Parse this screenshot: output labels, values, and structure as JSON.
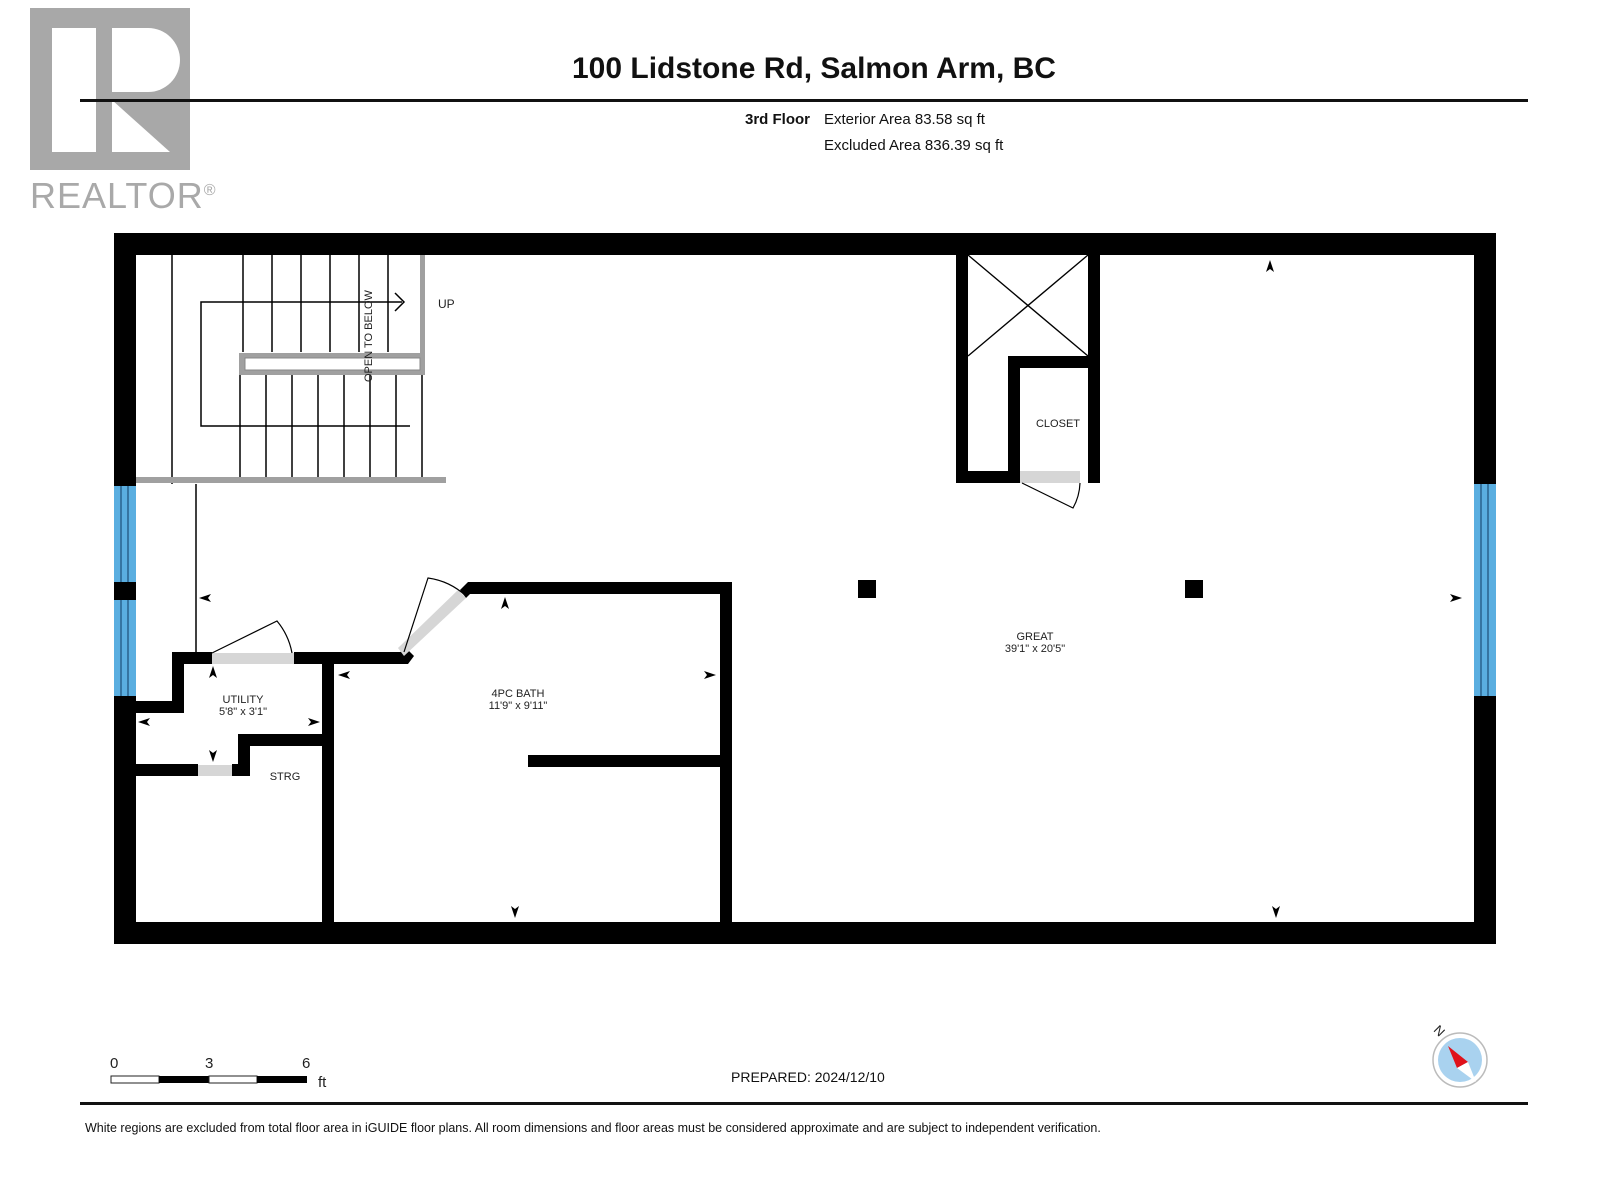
{
  "header": {
    "logo": {
      "icon": "realtor-r-logo-icon",
      "label": "REALTOR",
      "mark": "®",
      "color": "#a8a8a8"
    },
    "title": "100 Lidstone Rd, Salmon Arm, BC",
    "floor": "3rd Floor",
    "exterior_area": "Exterior Area 83.58 sq ft",
    "excluded_area": "Excluded Area 836.39 sq ft"
  },
  "plan": {
    "colors": {
      "wall": "#000000",
      "window": "#5aaee0",
      "door_sill": "#d6d6d6",
      "stair_rail": "#a0a0a0"
    },
    "stairs": {
      "direction_label": "UP",
      "open_label": "OPEN TO BELOW"
    },
    "rooms": [
      {
        "name": "GREAT",
        "dims": "39'1\" x 20'5\""
      },
      {
        "name": "4PC BATH",
        "dims": "11'9\" x 9'11\""
      },
      {
        "name": "UTILITY",
        "dims": "5'8\" x 3'1\""
      },
      {
        "name": "STRG",
        "dims": ""
      },
      {
        "name": "CLOSET",
        "dims": ""
      }
    ]
  },
  "footer": {
    "scale": {
      "ticks": [
        "0",
        "3",
        "6"
      ],
      "unit": "ft"
    },
    "prepared": "PREPARED: 2024/12/10",
    "compass": {
      "label": "N",
      "icon": "compass-north-icon"
    },
    "disclaimer": "White regions are excluded from total floor area in iGUIDE floor plans. All room dimensions and floor areas must be considered approximate and are subject to independent verification."
  }
}
